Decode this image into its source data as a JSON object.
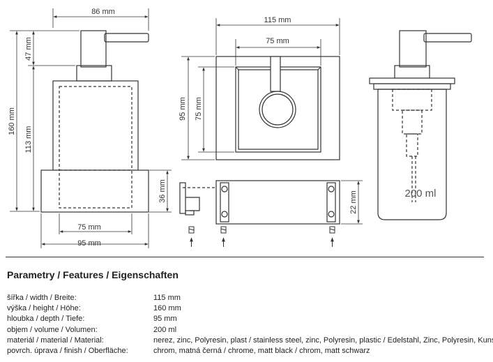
{
  "drawing": {
    "dims": {
      "front_width": "86 mm",
      "front_height_total": "160 mm",
      "front_pump_height": "47 mm",
      "front_body_height": "113 mm",
      "front_base_height": "36 mm",
      "front_inner_width": "75 mm",
      "front_base_width": "95 mm",
      "top_outer_width": "115 mm",
      "top_inner_width": "75 mm",
      "top_outer_depth": "95 mm",
      "top_inner_depth": "75 mm",
      "bracket_height": "22 mm"
    },
    "volume_label": "200 ml"
  },
  "specs": {
    "title": "Parametry / Features / Eigenschaften",
    "rows": [
      {
        "label": "šířka / width / Breite:",
        "value": "115 mm"
      },
      {
        "label": "výška / height / Höhe:",
        "value": "160 mm"
      },
      {
        "label": "hloubka / depth / Tiefe:",
        "value": "95 mm"
      },
      {
        "label": "objem / volume / Volumen:",
        "value": "200 ml"
      },
      {
        "label": "materiál / material / Material:",
        "value": "nerez, zinc, Polyresin, plast / stainless steel, zinc, Polyresin, plastic / Edelstahl, Zinc, Polyresin, Kunststoff"
      },
      {
        "label": "povrch. úprava / finish / Oberfläche:",
        "value": "chrom, matná černá / chrome, matt black / chrom, matt schwarz"
      }
    ]
  }
}
